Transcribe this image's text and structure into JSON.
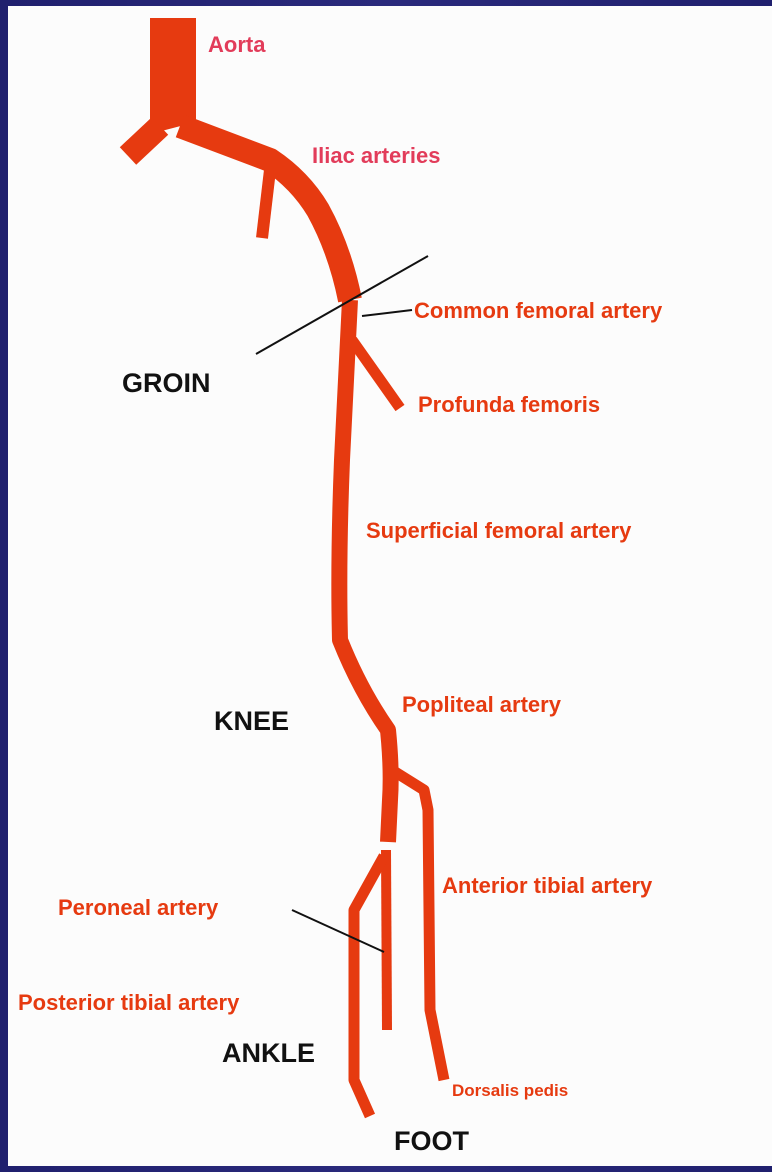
{
  "artery_labels": {
    "aorta": "Aorta",
    "iliac": "Iliac arteries",
    "common_femoral": "Common femoral artery",
    "profunda": "Profunda femoris",
    "superficial_femoral": "Superficial femoral artery",
    "popliteal": "Popliteal artery",
    "anterior_tibial": "Anterior tibial artery",
    "peroneal": "Peroneal artery",
    "posterior_tibial": "Posterior tibial artery",
    "dorsalis_pedis": "Dorsalis pedis"
  },
  "region_labels": {
    "groin": "GROIN",
    "knee": "KNEE",
    "ankle": "ANKLE",
    "foot": "FOOT"
  },
  "colors": {
    "artery": "#e63a10",
    "label_orange": "#e63a10",
    "label_pink": "#e23c5a",
    "region_text": "#111111",
    "border": "#1e1e6e",
    "background": "#fcfcfc"
  }
}
